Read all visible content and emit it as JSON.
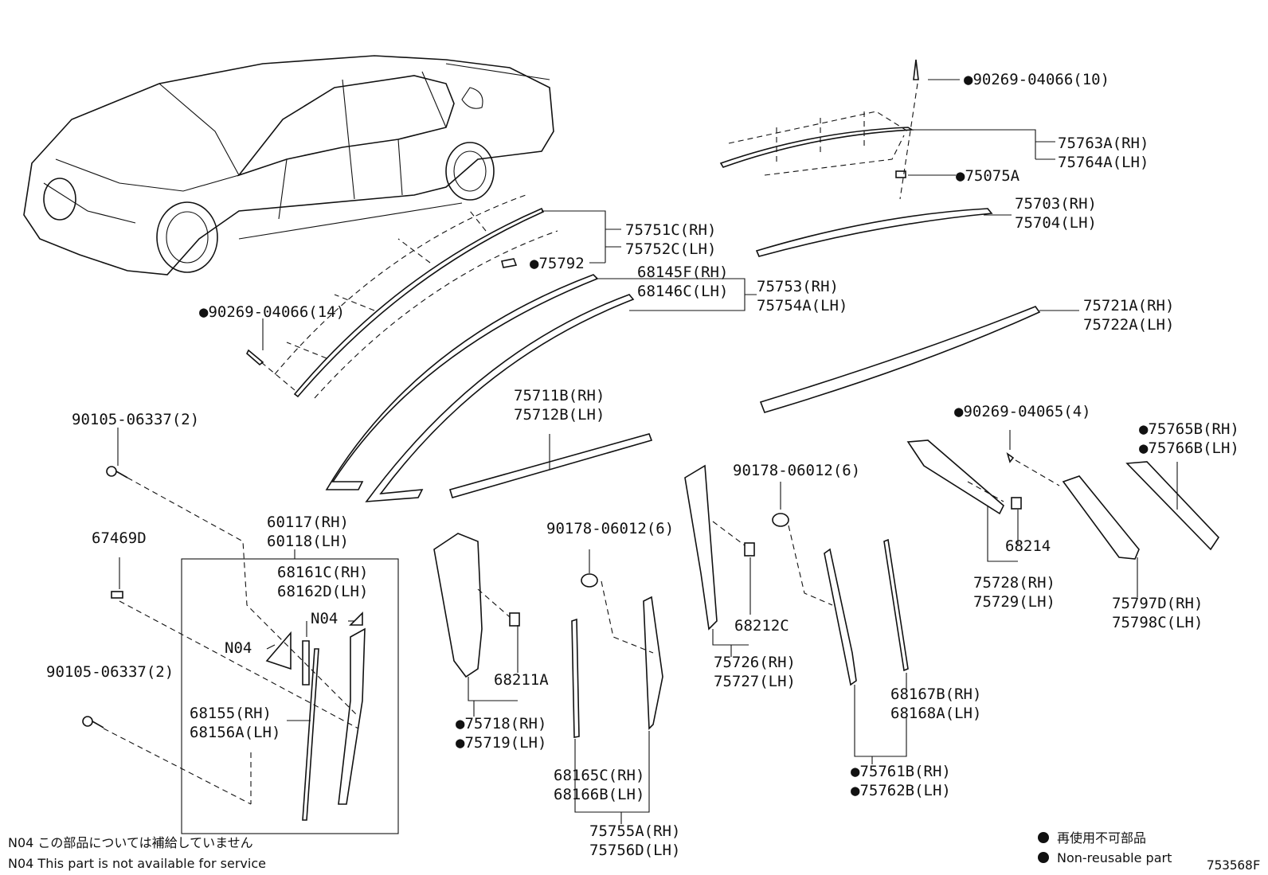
{
  "diagram_id": "753568F",
  "part_labels": [
    {
      "id": "l1",
      "lines": [
        "●90269-04066(10)"
      ]
    },
    {
      "id": "l2",
      "lines": [
        "75763A(RH)",
        "75764A(LH)"
      ]
    },
    {
      "id": "l3",
      "lines": [
        "●75075A"
      ]
    },
    {
      "id": "l4",
      "lines": [
        "75703(RH)",
        "75704(LH)"
      ]
    },
    {
      "id": "l5",
      "lines": [
        "75751C(RH)",
        "75752C(LH)"
      ]
    },
    {
      "id": "l6",
      "lines": [
        "●75792"
      ]
    },
    {
      "id": "l7",
      "lines": [
        "68145F(RH)",
        "68146C(LH)"
      ]
    },
    {
      "id": "l8",
      "lines": [
        "75753(RH)",
        "75754A(LH)"
      ]
    },
    {
      "id": "l9",
      "lines": [
        "●90269-04066(14)"
      ]
    },
    {
      "id": "l10",
      "lines": [
        "75721A(RH)",
        "75722A(LH)"
      ]
    },
    {
      "id": "l11",
      "lines": [
        "75711B(RH)",
        "75712B(LH)"
      ]
    },
    {
      "id": "l12",
      "lines": [
        "90105-06337(2)"
      ]
    },
    {
      "id": "l13",
      "lines": [
        "●90269-04065(4)"
      ]
    },
    {
      "id": "l14",
      "lines": [
        "●75765B(RH)",
        "●75766B(LH)"
      ]
    },
    {
      "id": "l15",
      "lines": [
        "90178-06012(6)"
      ]
    },
    {
      "id": "l16",
      "lines": [
        "60117(RH)",
        "60118(LH)"
      ]
    },
    {
      "id": "l17",
      "lines": [
        "67469D"
      ]
    },
    {
      "id": "l18",
      "lines": [
        "68161C(RH)",
        "68162D(LH)"
      ]
    },
    {
      "id": "l19",
      "lines": [
        "90178-06012(6)"
      ]
    },
    {
      "id": "l20",
      "lines": [
        "N04"
      ]
    },
    {
      "id": "l21",
      "lines": [
        "N04"
      ]
    },
    {
      "id": "l22",
      "lines": [
        "68214"
      ]
    },
    {
      "id": "l23",
      "lines": [
        "68212C"
      ]
    },
    {
      "id": "l24",
      "lines": [
        "75728(RH)",
        "75729(LH)"
      ]
    },
    {
      "id": "l25",
      "lines": [
        "75797D(RH)",
        "75798C(LH)"
      ]
    },
    {
      "id": "l26",
      "lines": [
        "90105-06337(2)"
      ]
    },
    {
      "id": "l27",
      "lines": [
        "68211A"
      ]
    },
    {
      "id": "l28",
      "lines": [
        "75726(RH)",
        "75727(LH)"
      ]
    },
    {
      "id": "l29",
      "lines": [
        "68155(RH)",
        "68156A(LH)"
      ]
    },
    {
      "id": "l30",
      "lines": [
        "●75718(RH)",
        "●75719(LH)"
      ]
    },
    {
      "id": "l31",
      "lines": [
        "68167B(RH)",
        "68168A(LH)"
      ]
    },
    {
      "id": "l32",
      "lines": [
        "68165C(RH)",
        "68166B(LH)"
      ]
    },
    {
      "id": "l33",
      "lines": [
        "●75761B(RH)",
        "●75762B(LH)"
      ]
    },
    {
      "id": "l34",
      "lines": [
        "75755A(RH)",
        "75756D(LH)"
      ]
    }
  ],
  "notes": {
    "n04_jp": "N04 この部品については補給していません",
    "n04_en": "N04 This part is not available for service"
  },
  "legend": {
    "jp": "再使用不可部品",
    "en": "Non-reusable part"
  }
}
